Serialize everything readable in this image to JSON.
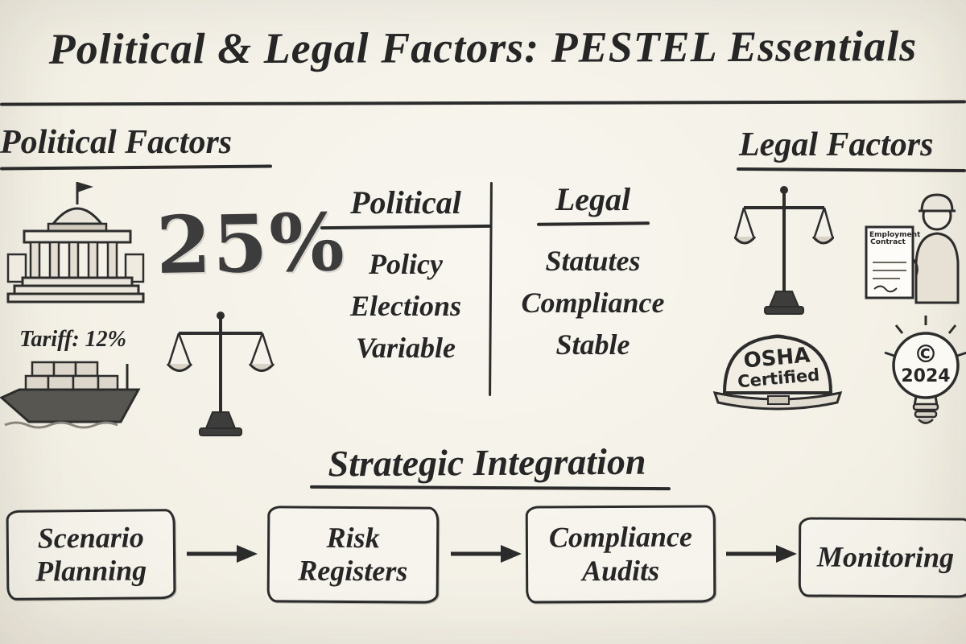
{
  "title": "Political & Legal Factors: PESTEL Essentials",
  "political": {
    "heading": "Political Factors",
    "tariff_big": "25%",
    "tariff_label": "Tariff: 12%"
  },
  "table": {
    "columns": [
      {
        "header": "Political",
        "rows": [
          "Policy",
          "Elections",
          "Variable"
        ]
      },
      {
        "header": "Legal",
        "rows": [
          "Statutes",
          "Compliance",
          "Stable"
        ]
      }
    ]
  },
  "legal": {
    "heading": "Legal Factors",
    "contract_line1": "Employment",
    "contract_line2": "Contract",
    "hardhat_line1": "OSHA",
    "hardhat_line2": "Certified",
    "bulb_symbol": "©",
    "bulb_year": "2024"
  },
  "integration": {
    "heading": "Strategic Integration",
    "steps": [
      "Scenario Planning",
      "Risk Registers",
      "Compliance Audits",
      "Monitoring"
    ]
  },
  "colors": {
    "ink": "#2b2b2b",
    "paper": "#f3f0e6"
  }
}
